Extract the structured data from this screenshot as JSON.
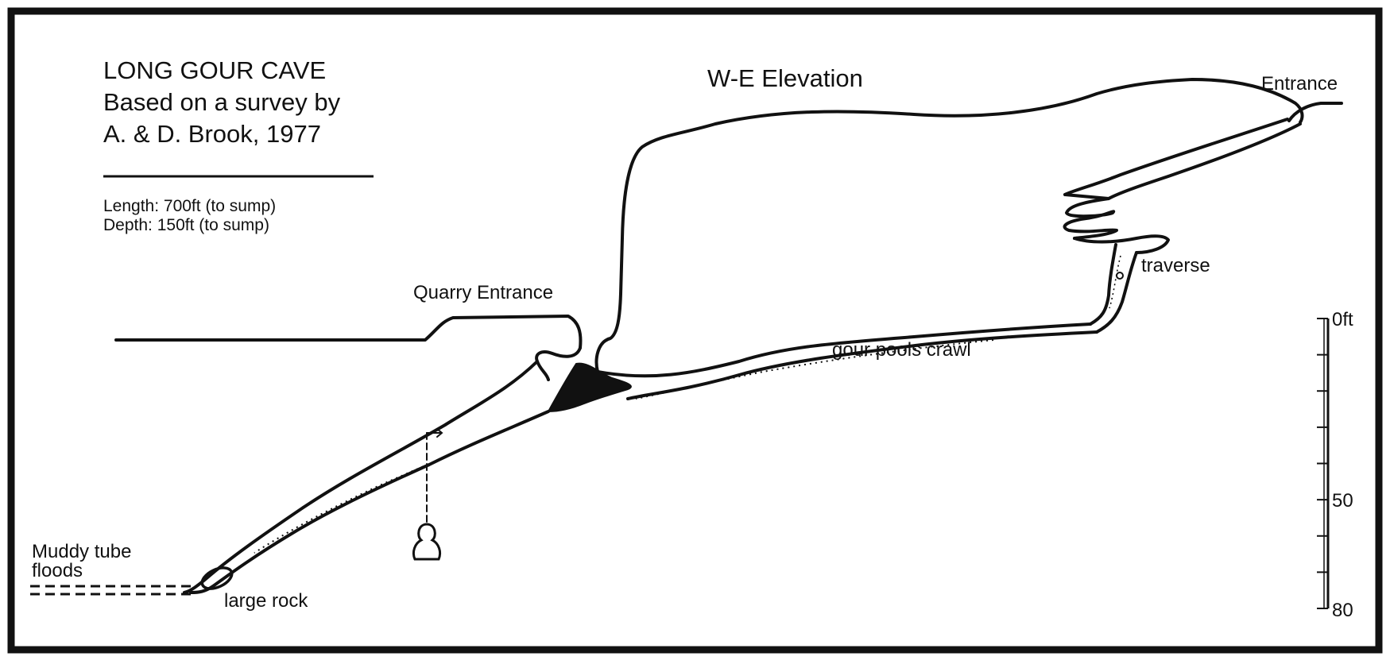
{
  "title_block": {
    "title": "LONG GOUR CAVE",
    "subtitle_line1": "Based on a survey by",
    "subtitle_line2": "A. & D. Brook, 1977",
    "length": "Length: 700ft (to sump)",
    "depth": "Depth: 150ft (to sump)"
  },
  "view_label": "W-E Elevation",
  "features": {
    "entrance": "Entrance",
    "traverse": "traverse",
    "quarry_entrance": "Quarry Entrance",
    "gour_pools_crawl": "gour pools crawl",
    "muddy_tube_line1": "Muddy tube",
    "muddy_tube_line2": "floods",
    "large_rock": "large rock"
  },
  "scale_bar": {
    "unit": "ft",
    "labels": [
      "0ft",
      "50",
      "80"
    ],
    "label_values": [
      0,
      50,
      80
    ],
    "tick_interval": 10,
    "max_value": 80
  },
  "colors": {
    "ink": "#111111",
    "paper": "#ffffff"
  }
}
